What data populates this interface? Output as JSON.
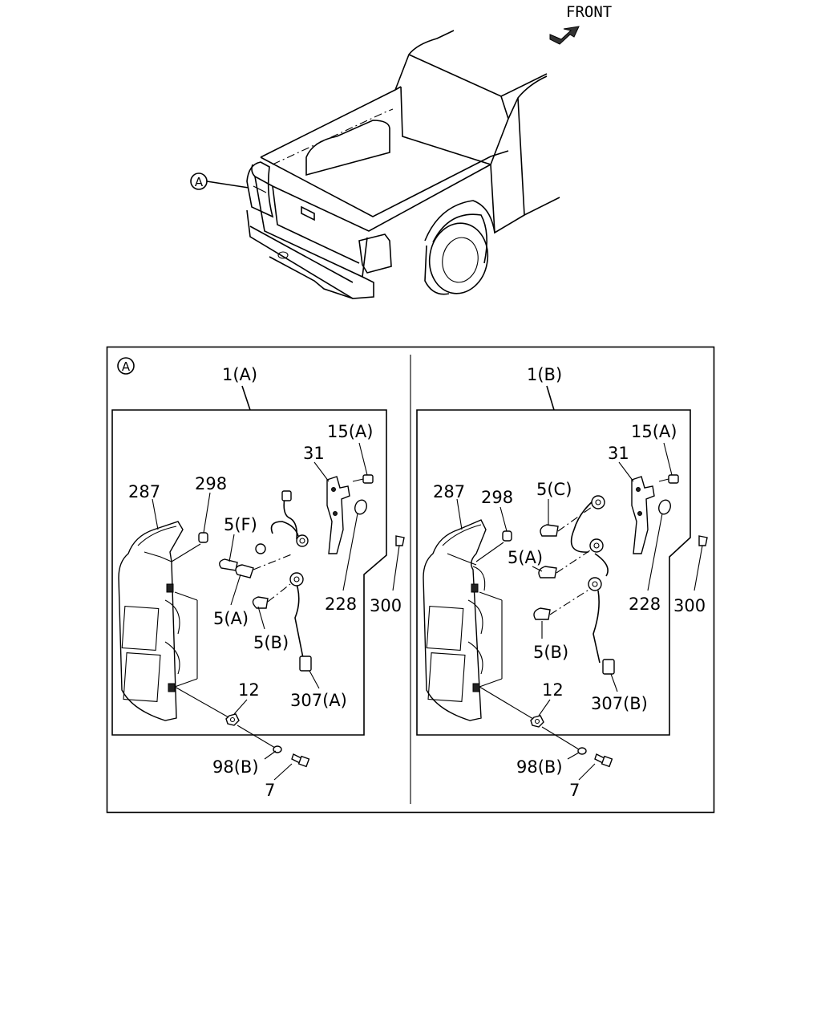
{
  "front_label": "FRONT",
  "view_marker": "A",
  "panel_marker": "A",
  "left_assembly": {
    "title": "1(A)",
    "labels": {
      "p287": "287",
      "p298": "298",
      "p31": "31",
      "p15": "15(A)",
      "p5f": "5(F)",
      "p5a": "5(A)",
      "p5b": "5(B)",
      "p228": "228",
      "p300": "300",
      "p12": "12",
      "p307": "307(A)",
      "p98": "98(B)",
      "p7": "7"
    }
  },
  "right_assembly": {
    "title": "1(B)",
    "labels": {
      "p287": "287",
      "p298": "298",
      "p31": "31",
      "p15": "15(A)",
      "p5c": "5(C)",
      "p5a": "5(A)",
      "p5b": "5(B)",
      "p228": "228",
      "p300": "300",
      "p12": "12",
      "p307": "307(B)",
      "p98": "98(B)",
      "p7": "7"
    }
  }
}
